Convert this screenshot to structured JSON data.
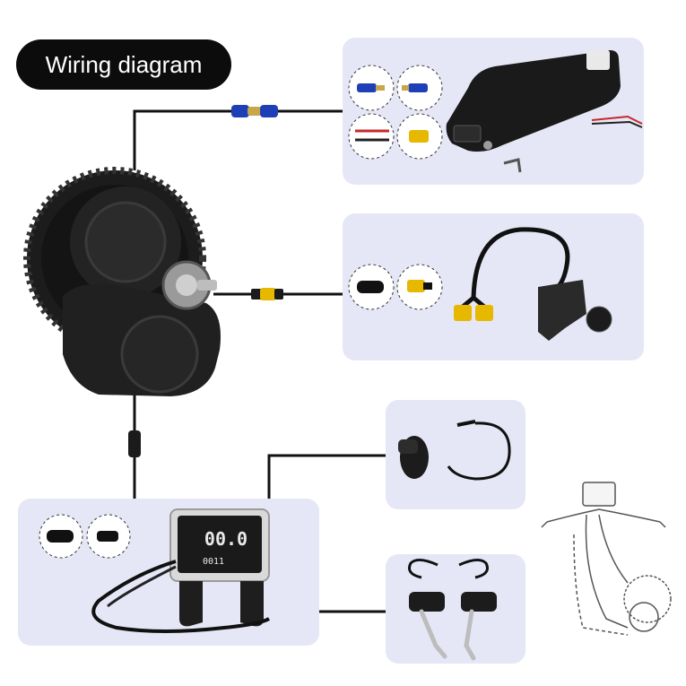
{
  "title": "Wiring diagram",
  "display": {
    "speed_readout": "00.0",
    "odometer_readout": "0011"
  },
  "colors": {
    "panel": "#e6e7f6",
    "motor": "#1b1b1b",
    "connector_blue": "#1f3fb8",
    "connector_yellow": "#e6b800",
    "wire": "#111111"
  }
}
